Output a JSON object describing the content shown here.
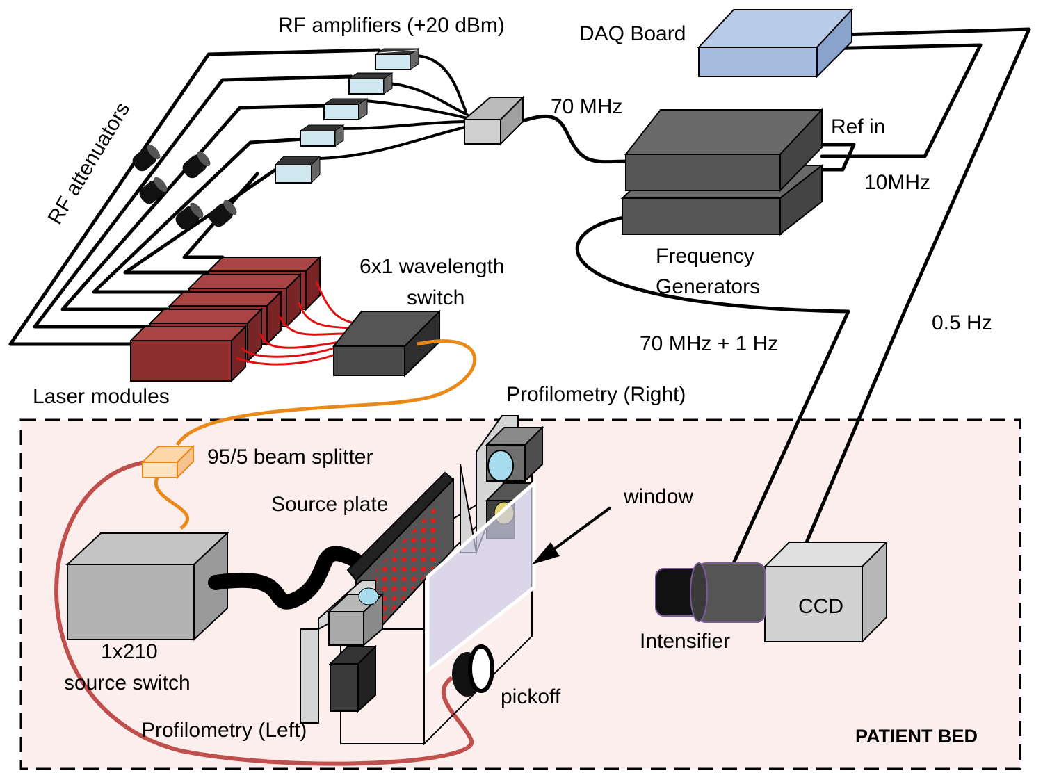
{
  "labels": {
    "rf_amplifiers": "RF amplifiers (+20 dBm)",
    "daq_board": "DAQ Board",
    "rf_attenuators": "RF attenuators",
    "f70": "70 MHz",
    "ref_in": "Ref in",
    "f10": "10MHz",
    "freq_gen_1": "Frequency",
    "freq_gen_2": "Generators",
    "wavelength_switch_1": "6x1 wavelength",
    "wavelength_switch_2": "switch",
    "f70_1hz": "70 MHz + 1 Hz",
    "f05": "0.5 Hz",
    "laser_modules": "Laser modules",
    "profilometry_right": "Profilometry (Right)",
    "beam_splitter": "95/5 beam splitter",
    "window": "window",
    "source_plate": "Source plate",
    "intensifier": "Intensifier",
    "ccd": "CCD",
    "source_switch_1": "1x210",
    "source_switch_2": "source switch",
    "pickoff": "pickoff",
    "profilometry_left": "Profilometry (Left)",
    "patient_bed": "PATIENT BED"
  },
  "colors": {
    "bed_fill": "#fdeeee",
    "laser": "#8e2e2e",
    "daq": "#a6bcdf",
    "generator": "#555555",
    "orange_fiber": "#e8891a",
    "red_fiber": "#c0504d",
    "fiber_wire": "#e01010"
  }
}
